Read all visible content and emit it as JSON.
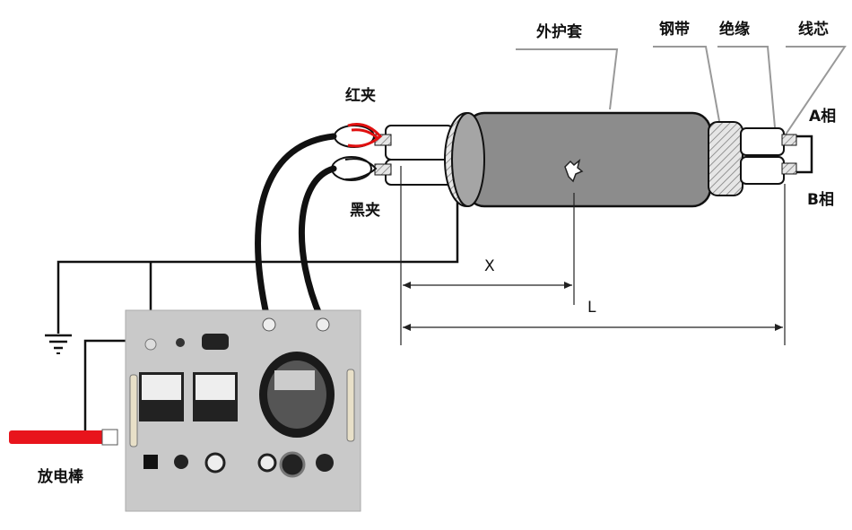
{
  "labels": {
    "outer_sheath": "外护套",
    "steel_tape": "钢带",
    "insulation": "绝缘",
    "core": "线芯",
    "phase_a": "A相",
    "phase_b": "B相",
    "red_clip": "红夹",
    "black_clip": "黑夹",
    "dim_x": "X",
    "dim_l": "L",
    "discharge_rod": "放电棒"
  },
  "colors": {
    "sheath": "#8c8c8c",
    "clip_red": "#e01010",
    "rod_red": "#e8141c",
    "panel": "#c9c9c9"
  }
}
